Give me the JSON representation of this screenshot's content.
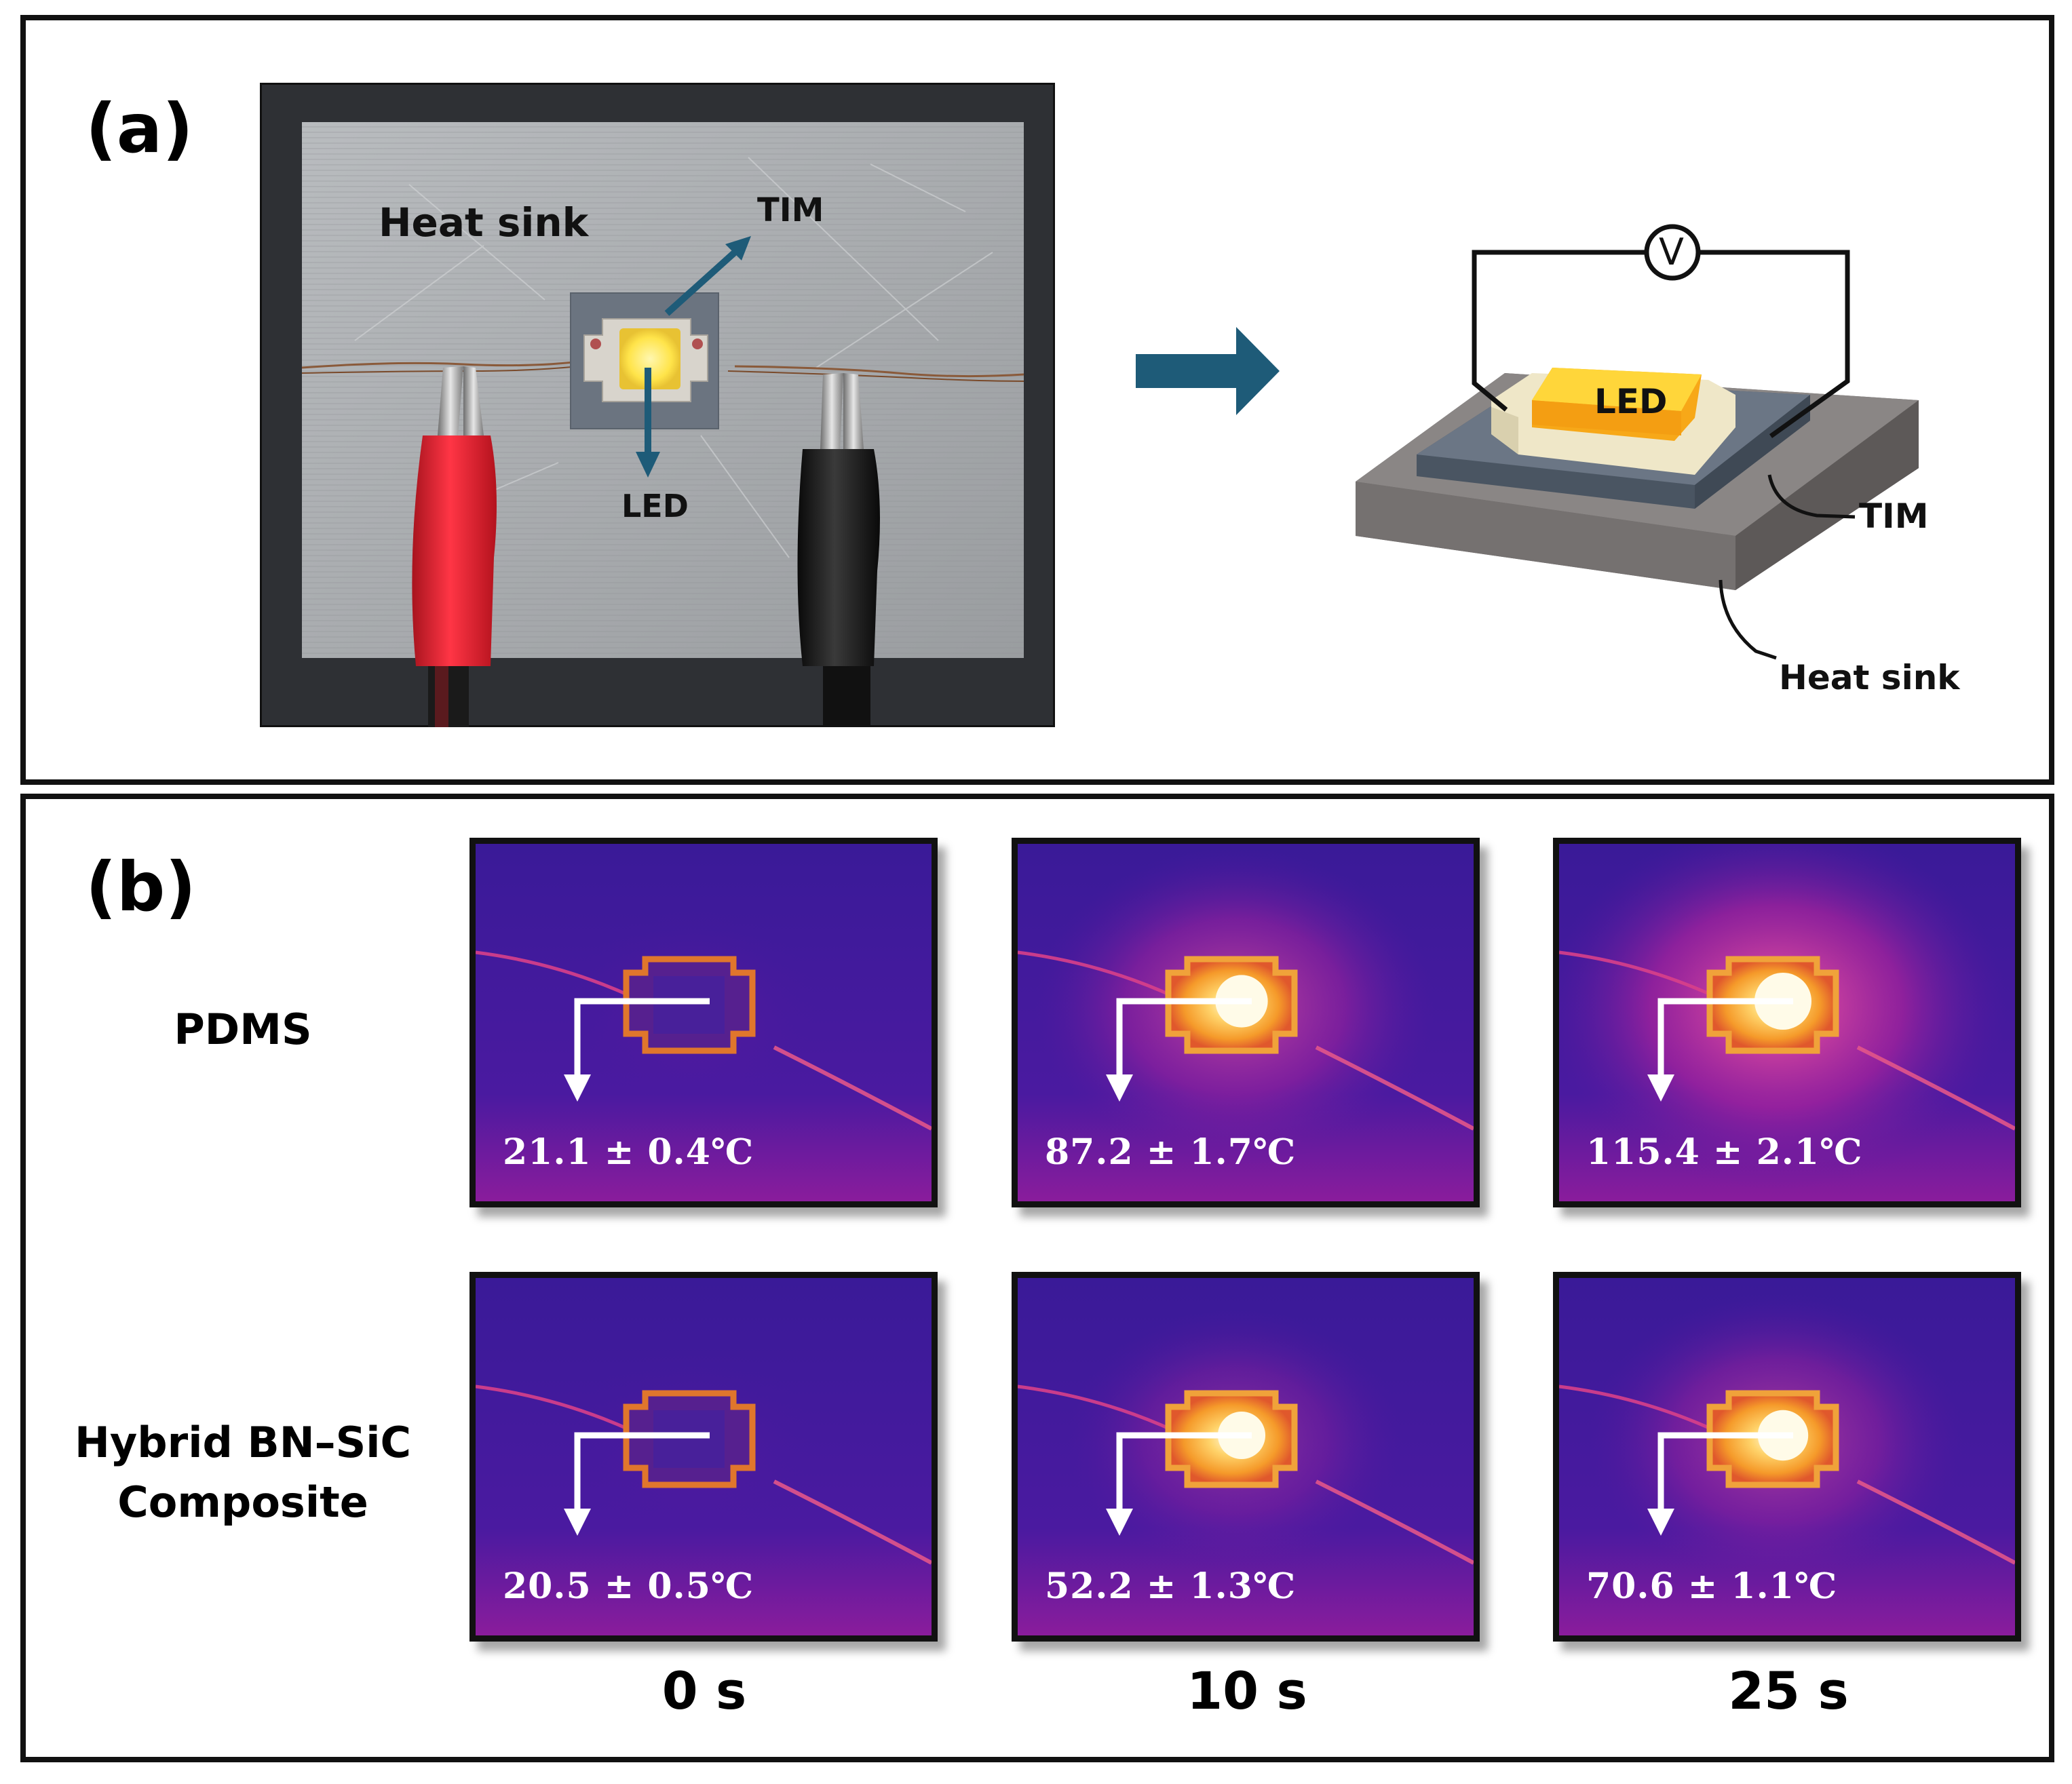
{
  "panel_a": {
    "label": "(a)",
    "photo": {
      "heat_sink_label": "Heat sink",
      "tim_label": "TIM",
      "led_label": "LED"
    },
    "schematic": {
      "voltmeter_label": "V",
      "led_label": "LED",
      "tim_label": "TIM",
      "heat_sink_label": "Heat sink"
    }
  },
  "panel_b": {
    "label": "(b)",
    "rows": [
      {
        "label_line1": "PDMS",
        "label_line2": "",
        "temperatures": [
          "21.1 ± 0.4℃",
          "87.2 ± 1.7℃",
          "115.4 ± 2.1℃"
        ],
        "heat_levels": [
          0.05,
          0.72,
          1.0
        ]
      },
      {
        "label_line1": "Hybrid BN–SiC",
        "label_line2": "Composite",
        "temperatures": [
          "20.5 ± 0.5℃",
          "52.2 ± 1.3℃",
          "70.6 ± 1.1℃"
        ],
        "heat_levels": [
          0.03,
          0.42,
          0.6
        ]
      }
    ],
    "times": [
      "0 s",
      "10 s",
      "25 s"
    ]
  },
  "colors": {
    "arrow": "#1e5b78",
    "led_yellow": "#ffd63a",
    "tim_gray": "#5d6a78",
    "heat_sink_gray": "#7c7776",
    "thermal_bg": "#3a1697"
  }
}
